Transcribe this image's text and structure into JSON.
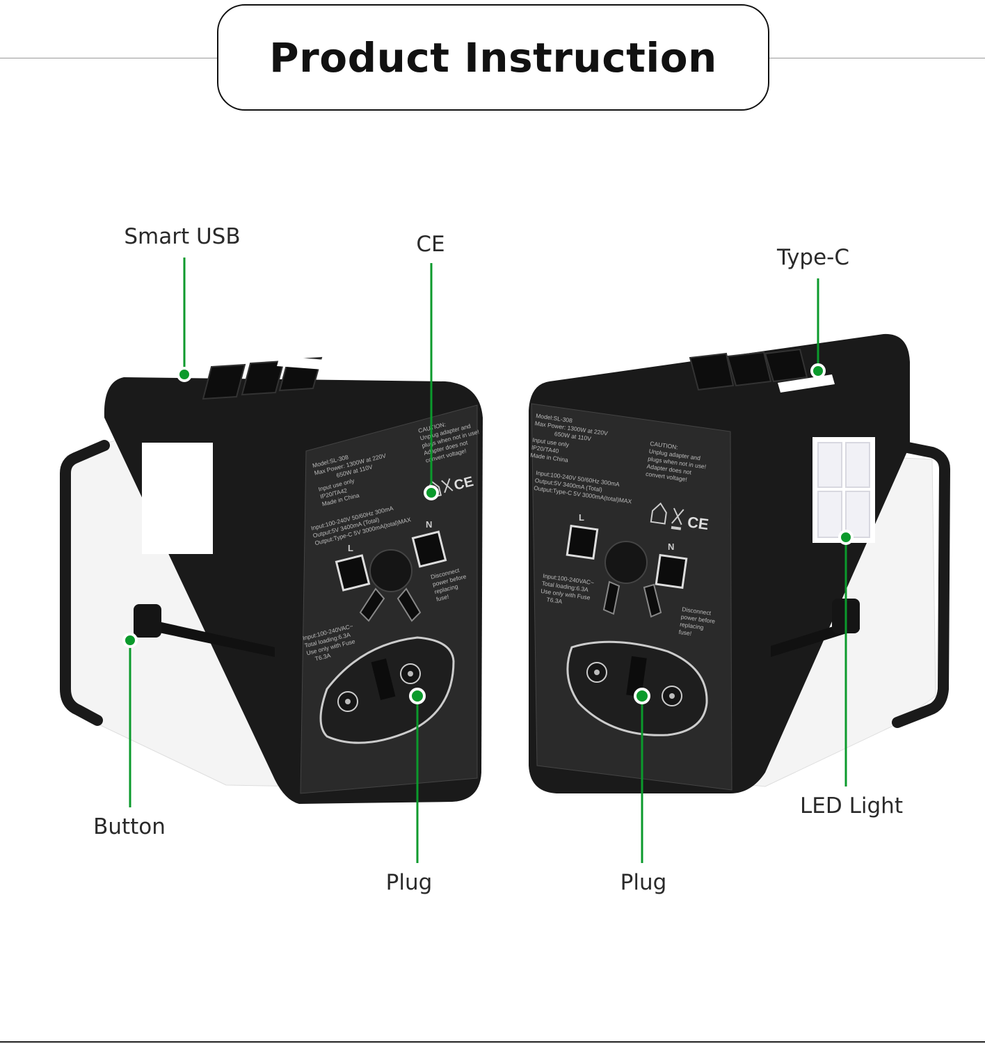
{
  "header": {
    "title": "Product Instruction"
  },
  "colors": {
    "accent": "#0b9a2c",
    "device": "#1a1a1a",
    "panel": "#2a2a2a",
    "side": "#f4f4f4"
  },
  "left_device": {
    "model_lines": [
      "Model:SL-308",
      "Max Power: 1300W at 220V",
      "650W at 110V",
      "Input use only",
      "IP20/TA42",
      "Made in China"
    ],
    "rating_lines": [
      "Input:100-240V 50/60Hz 300mA",
      "Output:5V 3400mA (Total)",
      "Output:Type-C 5V 3000mA(total)MAX"
    ],
    "caution_lines": [
      "CAUTION:",
      "Unplug adapter and",
      "plugs when not in use!",
      "Adapter does not",
      "convert voltage!"
    ],
    "fuse_lines": [
      "Input:100-240VAC~",
      "Total loading:6.3A",
      "Use only with Fuse",
      "T6.3A"
    ],
    "disconnect_lines": [
      "Disconnect",
      "power before",
      "replacing",
      "fuse!"
    ],
    "pin_l": "L",
    "pin_n": "N"
  },
  "right_device": {
    "model_lines": [
      "Model:SL-308",
      "Max Power: 1300W at 220V",
      "650W at 110V",
      "Input use only",
      "IP20/TA40",
      "Made in China"
    ],
    "rating_lines": [
      "Input:100-240V 50/60Hz 300mA",
      "Output:5V 3400mA (Total)",
      "Output:Type-C 5V 3000mA(total)MAX"
    ],
    "caution_lines": [
      "CAUTION:",
      "Unplug adapter and",
      "plugs when not in use!",
      "Adapter does not",
      "convert voltage!"
    ],
    "fuse_lines": [
      "Input:100-240VAC~",
      "Total loading:6.3A",
      "Use only with Fuse",
      "T6.3A"
    ],
    "disconnect_lines": [
      "Disconnect",
      "power before",
      "replacing",
      "fuse!"
    ],
    "pin_l": "L",
    "pin_n": "N"
  },
  "callouts": {
    "smart_usb": "Smart USB",
    "ce": "CE",
    "type_c": "Type-C",
    "button": "Button",
    "plug_left": "Plug",
    "plug_right": "Plug",
    "led_light": "LED Light"
  }
}
